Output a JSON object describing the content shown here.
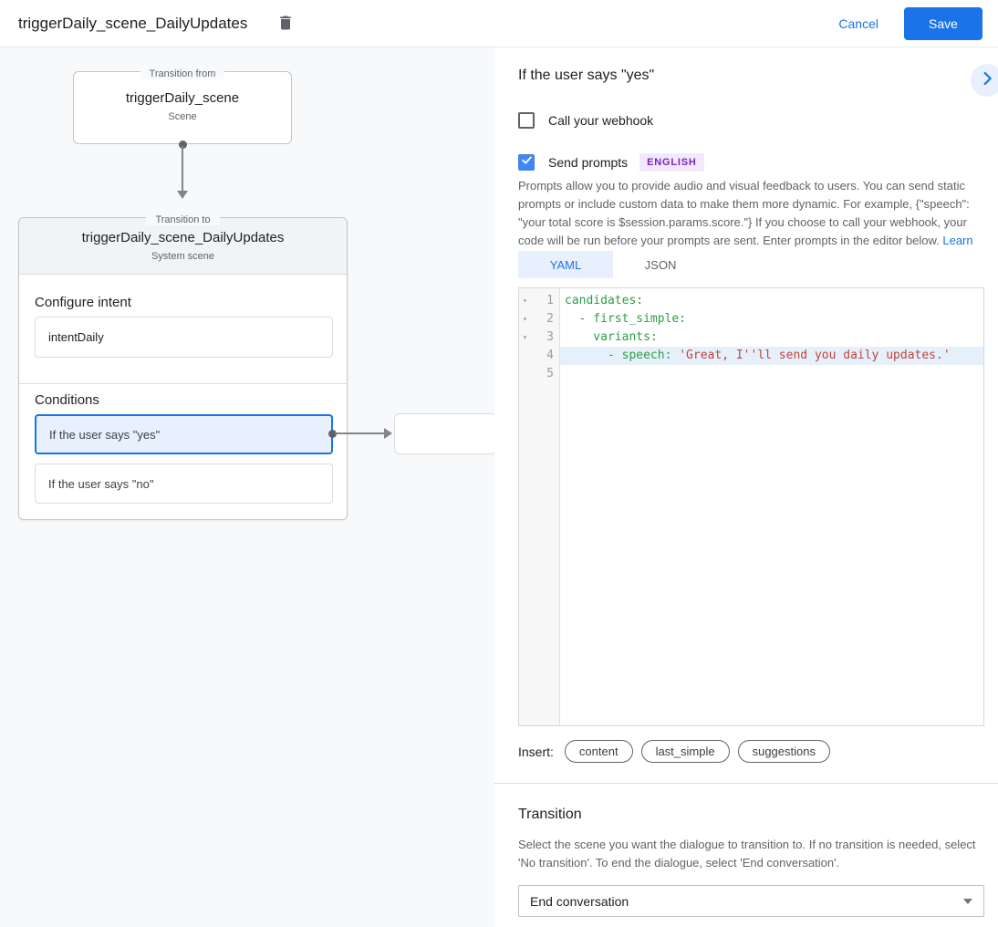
{
  "header": {
    "title": "triggerDaily_scene_DailyUpdates",
    "cancel_label": "Cancel",
    "save_label": "Save"
  },
  "diagram": {
    "from_label": "Transition from",
    "from_scene": {
      "name": "triggerDaily_scene",
      "type": "Scene"
    },
    "to_label": "Transition to",
    "to_scene": {
      "name": "triggerDaily_scene_DailyUpdates",
      "type": "System scene"
    },
    "configure_intent": {
      "heading": "Configure intent",
      "value": "intentDaily"
    },
    "conditions": {
      "heading": "Conditions",
      "items": [
        {
          "label": "If the user says \"yes\"",
          "selected": true
        },
        {
          "label": "If the user says \"no\"",
          "selected": false
        }
      ]
    }
  },
  "panel": {
    "title": "If the user says \"yes\"",
    "webhook": {
      "label": "Call your webhook",
      "checked": false
    },
    "prompts": {
      "label": "Send prompts",
      "checked": true,
      "language_badge": "ENGLISH"
    },
    "description": "Prompts allow you to provide audio and visual feedback to users. You can send static prompts or include custom data to make them more dynamic. For example, {\"speech\": \"your total score is $session.params.score.\"} If you choose to call your webhook, your code will be run before your prompts are sent. Enter prompts in the editor below. ",
    "learn_more_label": "Learn more",
    "tabs": [
      {
        "label": "YAML",
        "active": true
      },
      {
        "label": "JSON",
        "active": false
      }
    ],
    "editor": {
      "lines": [
        {
          "number": 1,
          "foldable": true,
          "highlight": false,
          "segments": [
            {
              "type": "key",
              "text": "candidates:"
            }
          ]
        },
        {
          "number": 2,
          "foldable": true,
          "highlight": false,
          "segments": [
            {
              "type": "key",
              "text": "  - first_simple:"
            }
          ]
        },
        {
          "number": 3,
          "foldable": true,
          "highlight": false,
          "segments": [
            {
              "type": "key",
              "text": "    variants:"
            }
          ]
        },
        {
          "number": 4,
          "foldable": false,
          "highlight": true,
          "segments": [
            {
              "type": "key",
              "text": "      - speech: "
            },
            {
              "type": "string",
              "text": "'Great, I''ll send you daily updates.'"
            }
          ]
        },
        {
          "number": 5,
          "foldable": false,
          "highlight": false,
          "segments": []
        }
      ]
    },
    "insert": {
      "label": "Insert:",
      "chips": [
        "content",
        "last_simple",
        "suggestions"
      ]
    },
    "transition": {
      "heading": "Transition",
      "description": "Select the scene you want the dialogue to transition to. If no transition is needed, select 'No transition'. To end the dialogue, select 'End conversation'.",
      "selected_value": "End conversation"
    }
  },
  "colors": {
    "accent": "#1a73e8",
    "selected_condition_bg": "#e8f0fe",
    "badge_bg": "#f3e8fd",
    "badge_text": "#7627bb",
    "code_key": "#2b9e44",
    "code_string": "#c0443c",
    "line_highlight": "#e6f0fb"
  }
}
